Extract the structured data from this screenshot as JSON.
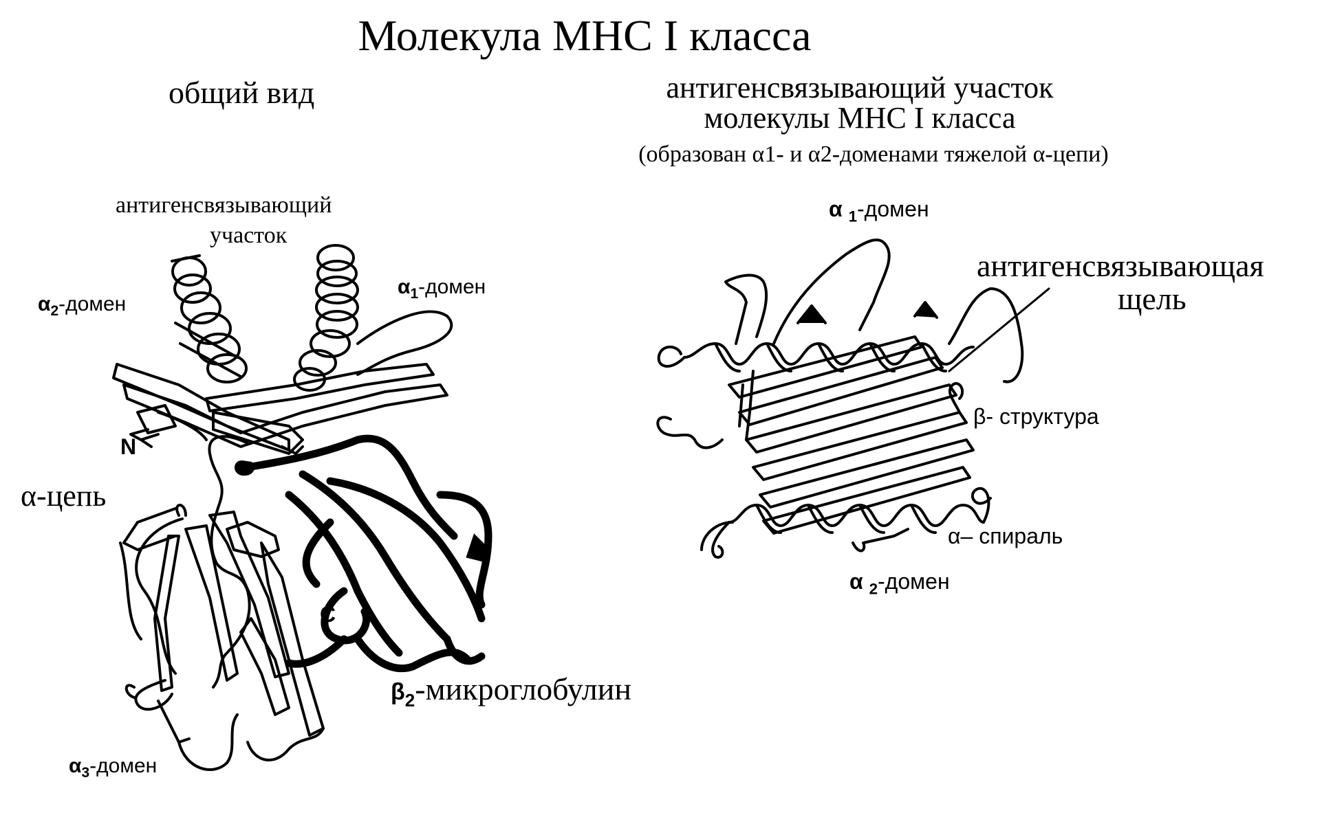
{
  "title": "Молекула МНС I класса",
  "left_panel": {
    "heading": "общий вид",
    "labels": {
      "binding_site_line1": "антигенсвязывающий",
      "binding_site_line2": "участок",
      "alpha2_prefix": "α",
      "alpha2_sub": "2",
      "alpha2_suffix": "-домен",
      "alpha1_prefix": "α",
      "alpha1_sub": "1",
      "alpha1_suffix": "-домен",
      "n_term": "N",
      "alpha_chain": "α-цепь",
      "c_term": "C",
      "beta2_prefix": "β",
      "beta2_sub": "2",
      "beta2_suffix": "-микроглобулин",
      "alpha3_prefix": "α",
      "alpha3_sub": "3",
      "alpha3_suffix": "-домен"
    }
  },
  "right_panel": {
    "heading_line1": "антигенсвязывающий участок",
    "heading_line2": "молекулы МНС I класса",
    "heading_note": "(образован α1- и α2-доменами тяжелой α-цепи)",
    "labels": {
      "alpha1_prefix": "α ",
      "alpha1_sub": "1",
      "alpha1_suffix": "-домен",
      "cleft_line1": "антигенсвязывающая",
      "cleft_line2": "щель",
      "beta_structure": "β- структура",
      "alpha_helix": "α– спираль",
      "alpha2_prefix": "α ",
      "alpha2_sub": "2",
      "alpha2_suffix": "-домен"
    }
  }
}
